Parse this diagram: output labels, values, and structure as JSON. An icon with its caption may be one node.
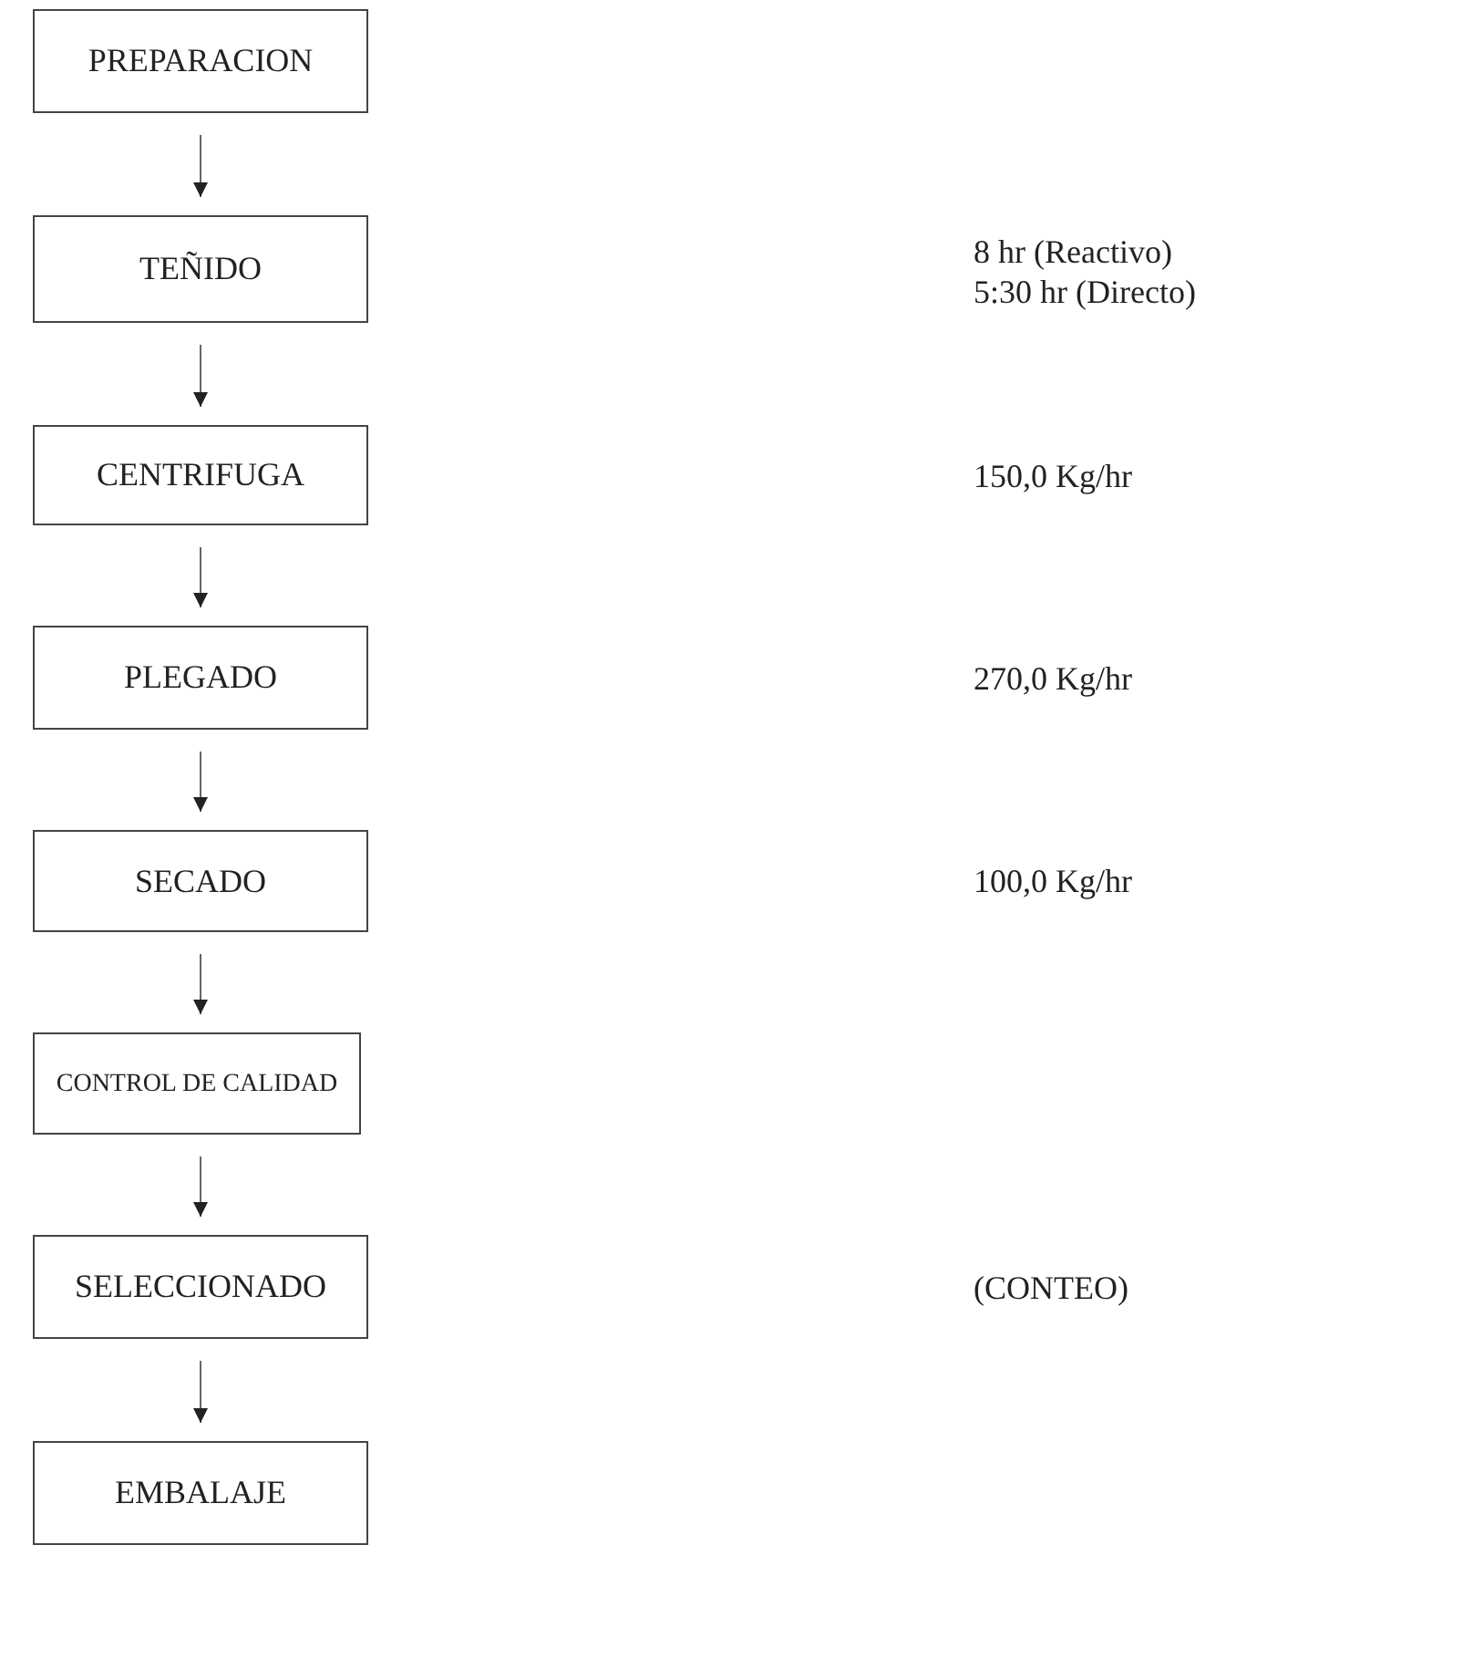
{
  "diagram": {
    "nodes": [
      {
        "text": [
          "PREPARACION"
        ]
      },
      {
        "text": [
          "TEÑIDO"
        ]
      },
      {
        "text": [
          "CENTRIFUGA"
        ]
      },
      {
        "text": [
          "PLEGADO"
        ]
      },
      {
        "text": [
          "SECADO"
        ]
      },
      {
        "text": [
          "CONTROL DE CALIDAD"
        ]
      },
      {
        "text": [
          "SELECCIONADO"
        ]
      },
      {
        "text": [
          "EMBALAJE"
        ]
      }
    ],
    "edges": [
      {
        "from": 0,
        "to": 1,
        "arrow": "to"
      },
      {
        "from": 1,
        "to": 2,
        "arrow": "to"
      },
      {
        "from": 2,
        "to": 3,
        "arrow": "to"
      },
      {
        "from": 3,
        "to": 4,
        "arrow": "to"
      },
      {
        "from": 4,
        "to": 5,
        "arrow": "to"
      },
      {
        "from": 5,
        "to": 6,
        "arrow": "to"
      },
      {
        "from": 6,
        "to": 7,
        "arrow": "to"
      }
    ],
    "labels": [
      "8 hr (Reactivo)",
      "5:30 hr (Directo)",
      "150,0 Kg/hr",
      "270,0 Kg/hr",
      "100,0 Kg/hr",
      "(CONTEO)"
    ]
  }
}
